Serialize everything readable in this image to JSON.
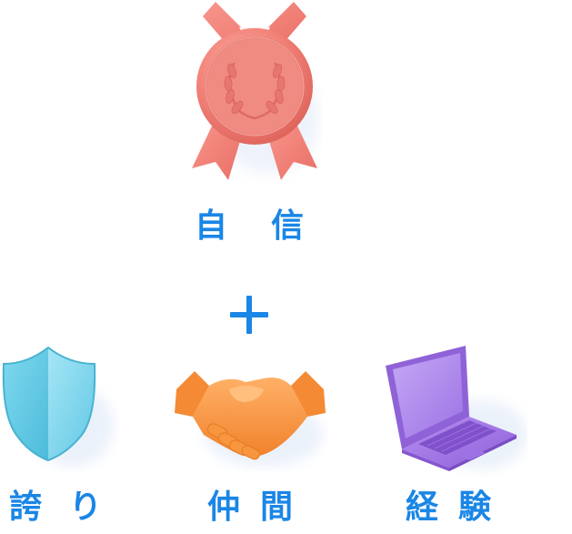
{
  "main": {
    "confidence": {
      "label_1": "自",
      "label_2": "信",
      "icon": "medal-icon"
    },
    "combine": {
      "icon": "plus-icon"
    },
    "pride": {
      "label_1": "誇",
      "label_2": "り",
      "icon": "shield-icon"
    },
    "team": {
      "label_1": "仲",
      "label_2": "間",
      "icon": "handshake-icon"
    },
    "experience": {
      "label_1": "経",
      "label_2": "験",
      "icon": "laptop-icon"
    }
  },
  "colors": {
    "text": "#1a86e6",
    "medal": "#f2837a",
    "shield": "#63cbe6",
    "handshake": "#f7913a",
    "laptop": "#a780e8"
  }
}
